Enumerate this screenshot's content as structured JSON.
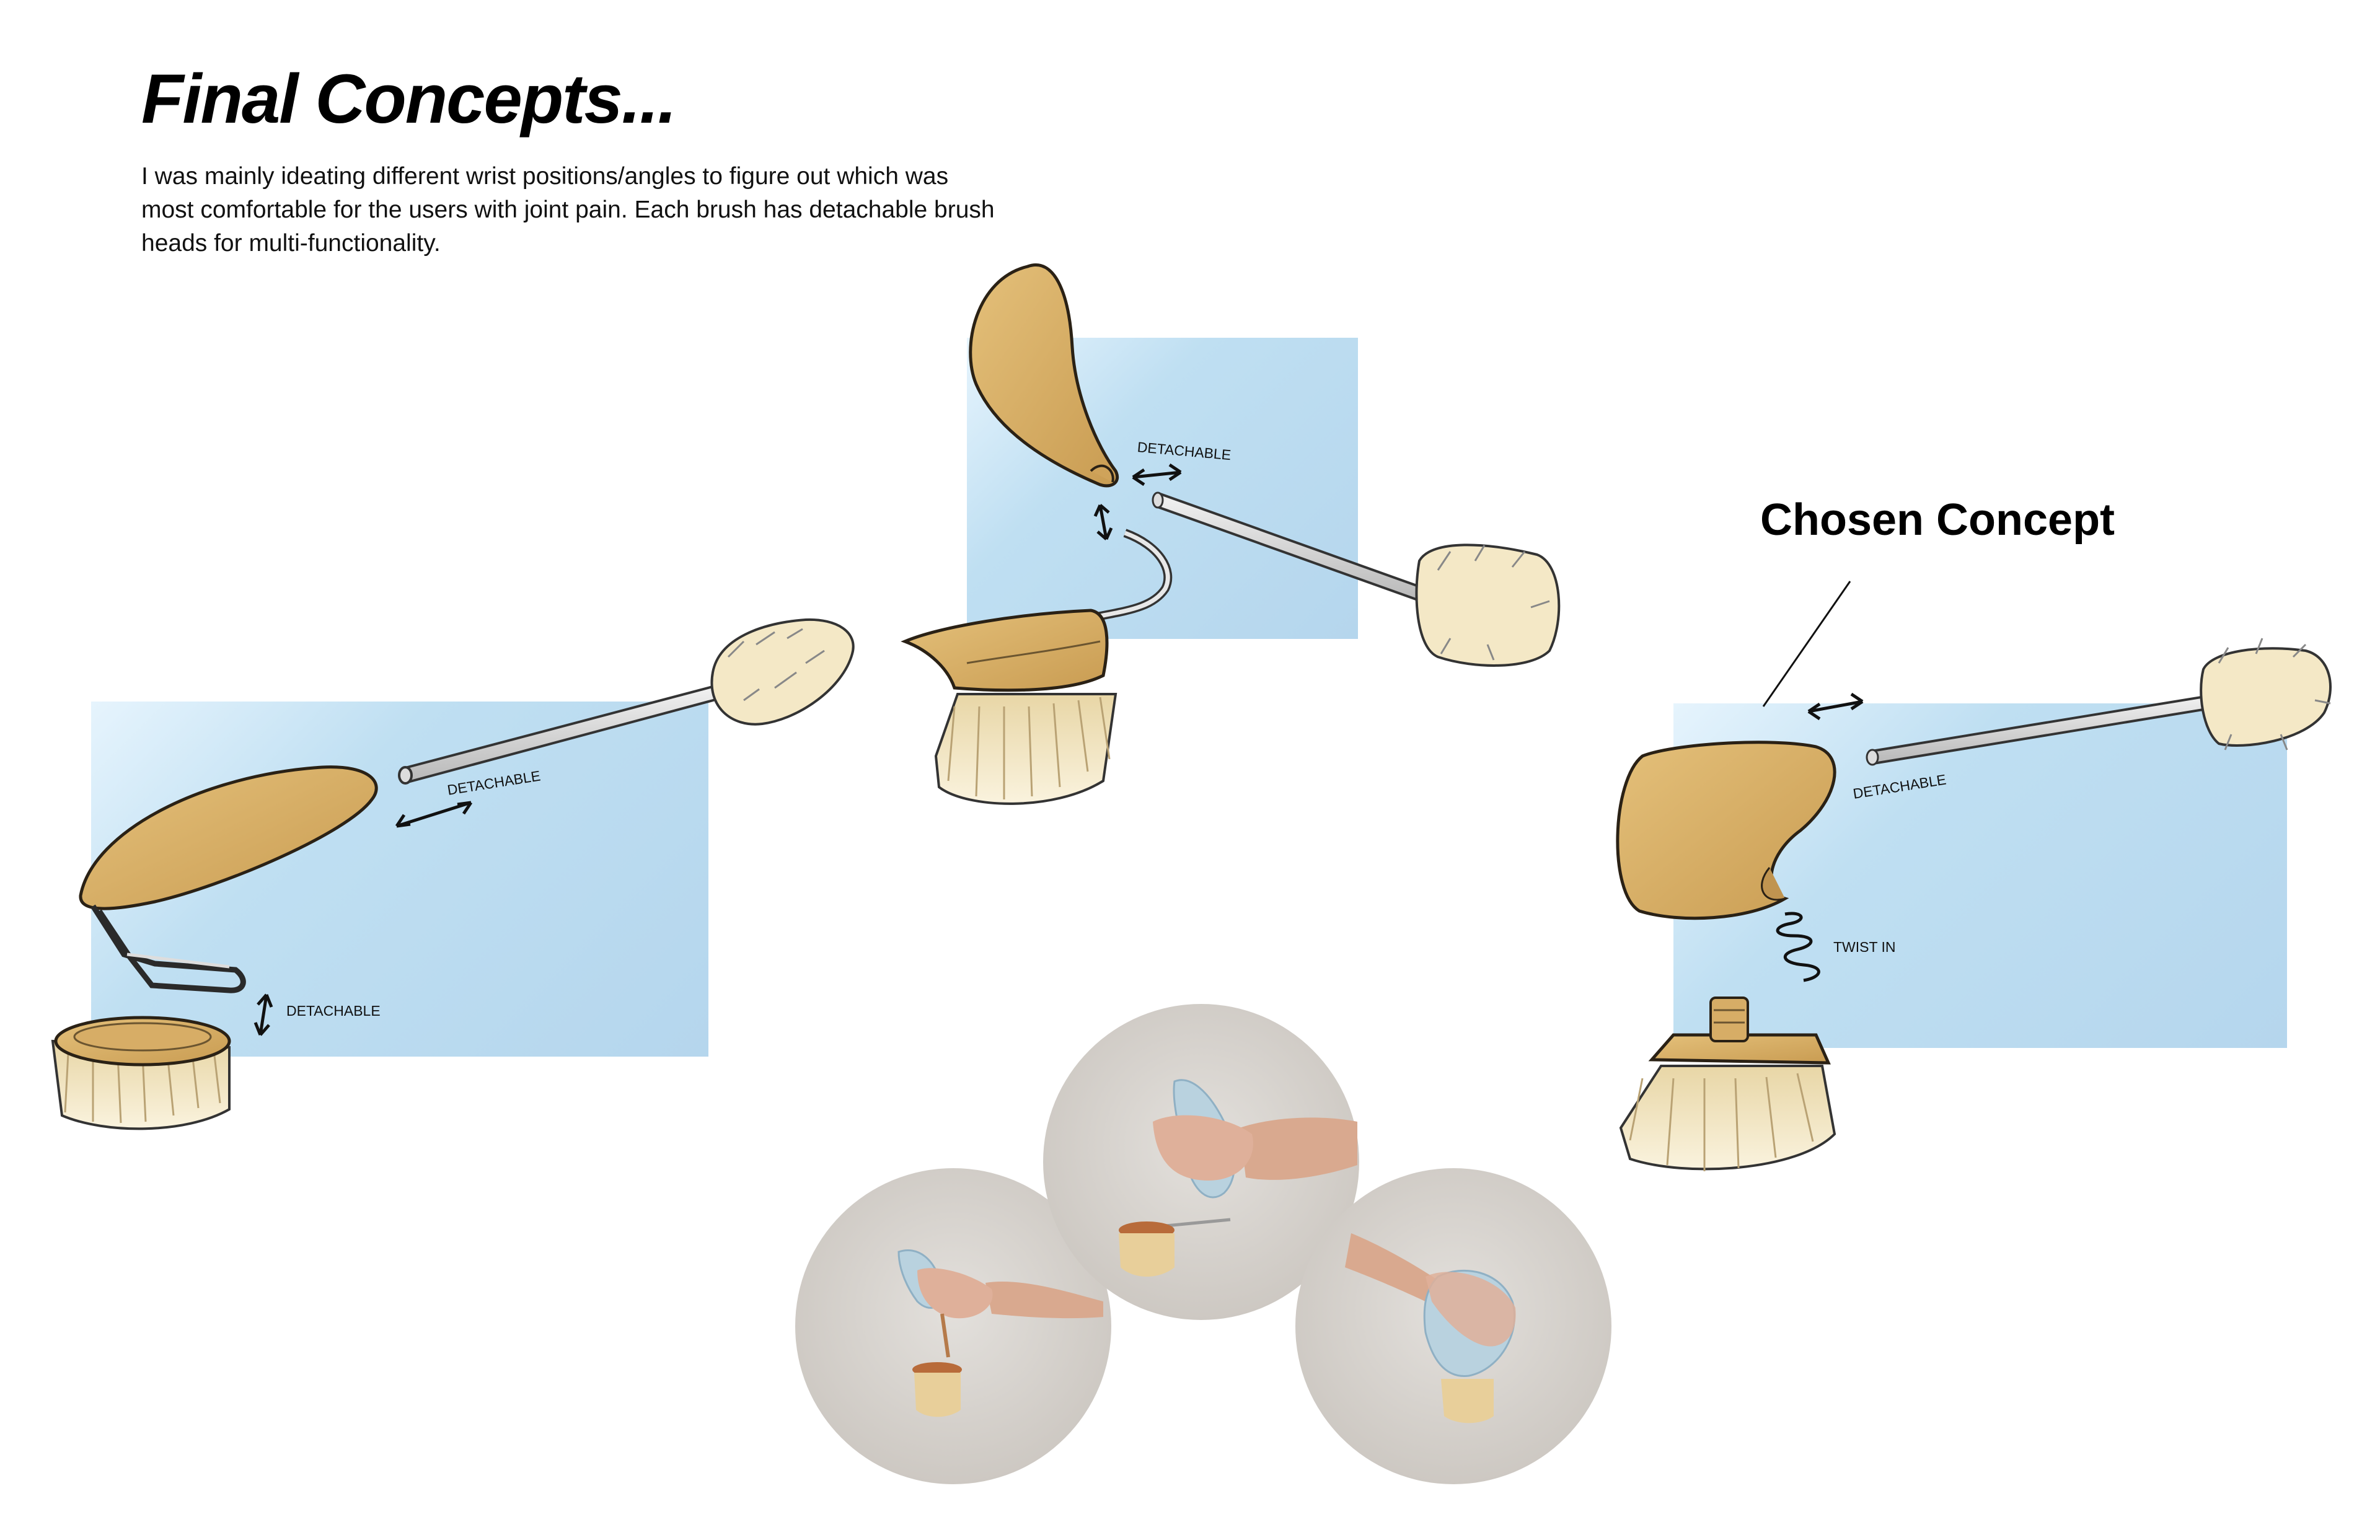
{
  "header": {
    "title": "Final Concepts...",
    "intro": " I was mainly ideating different wrist positions/angles to figure out which was most comfortable for the users with joint pain. Each brush has detachable brush heads for multi-functionality."
  },
  "chosen": {
    "title": "Chosen Concept"
  },
  "annotations": {
    "left_detachable_top": "DETACHABLE",
    "left_detachable_bottom": "DETACHABLE",
    "mid_detachable": "DETACHABLE",
    "right_detachable": "DETACHABLE",
    "right_twist": "TWIST IN"
  },
  "colors": {
    "panel_light": "#e6f4fd",
    "panel_dark": "#b5d6ed",
    "handle_tan": "#d8b06a",
    "bristle_cream": "#f3e7c8",
    "photo_bg": "#d6d2cd",
    "grip_blue": "#a9c7d8"
  }
}
